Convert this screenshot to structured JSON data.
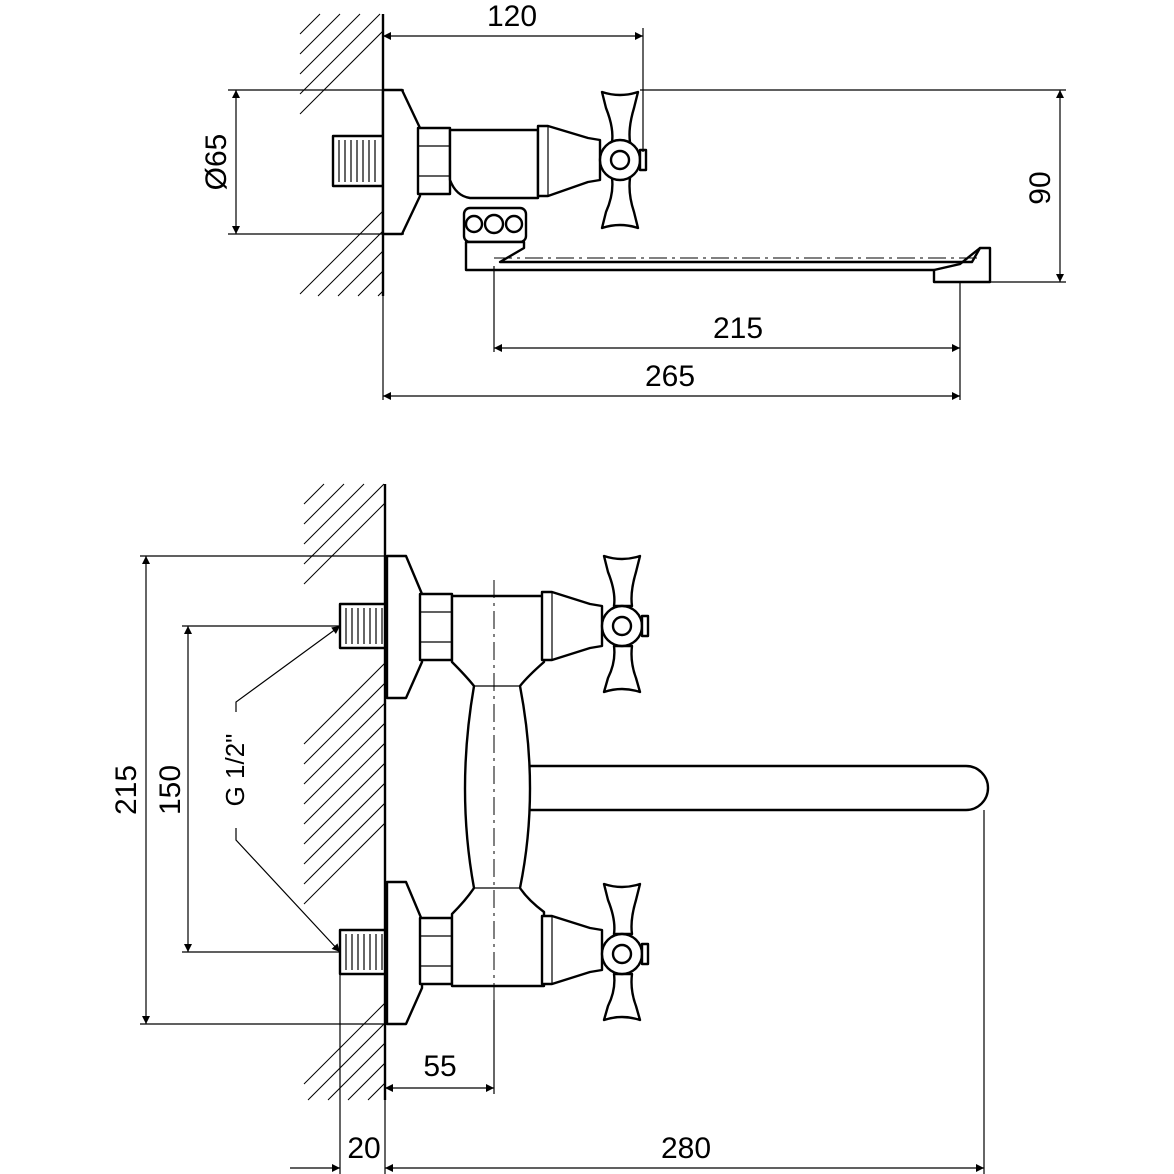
{
  "side_view": {
    "dim_top_width": "120",
    "dim_diameter": "Ø65",
    "dim_height": "90",
    "dim_spout_reach": "215",
    "dim_total_length": "265"
  },
  "front_view": {
    "dim_total_height": "215",
    "dim_inlet_spacing": "150",
    "thread_label": "G 1/2\"",
    "dim_body_offset": "55",
    "dim_wall_thickness": "20",
    "dim_spout_length": "280"
  }
}
